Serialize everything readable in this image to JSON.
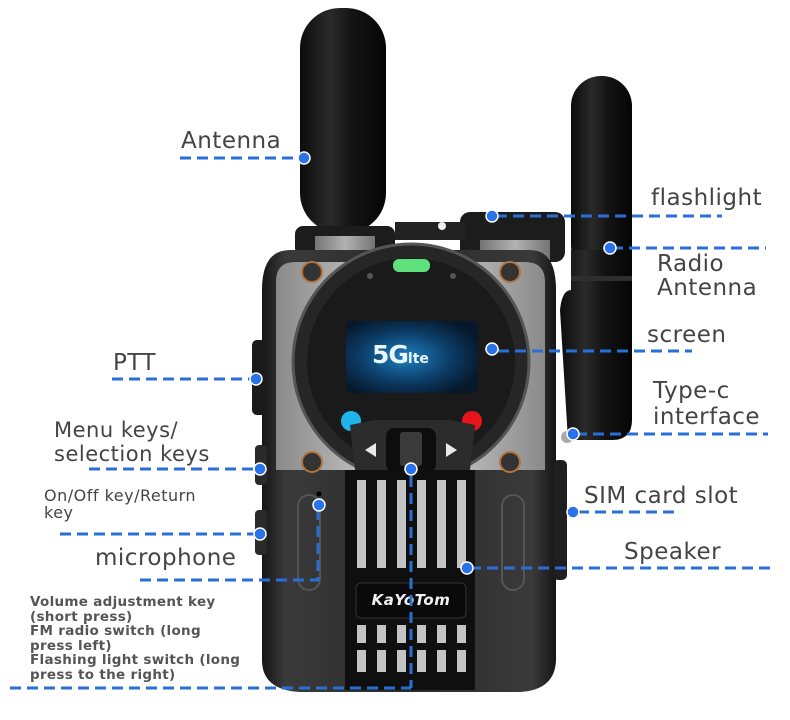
{
  "product": {
    "brand": "KaYoTom",
    "screen_text": "5G",
    "screen_subtext": "lte"
  },
  "colors": {
    "callout_line": "#2a6fd6",
    "callout_dot": "#2a72ea",
    "label_text": "#444444",
    "led_green": "#5ee07a",
    "key_blue": "#20b4ee",
    "key_red": "#e8141b",
    "body_dark": "#1a1a1a",
    "metal": "#c8c8c8"
  },
  "labels": {
    "antenna": "Antenna",
    "flashlight": "flashlight",
    "radio_antenna_line1": "Radio",
    "radio_antenna_line2": "Antenna",
    "screen": "screen",
    "ptt": "PTT",
    "type_c_line1": "Type-c",
    "type_c_line2": "interface",
    "menu_keys_line1": "Menu keys/",
    "menu_keys_line2": "selection keys",
    "onoff_line1": "On/Off key/Return",
    "onoff_line2": "key",
    "sim_card_slot": "SIM card slot",
    "microphone": "microphone",
    "speaker": "Speaker",
    "volume_lines": [
      "Volume adjustment key",
      "(short press)",
      "FM radio switch (long",
      "press left)",
      "Flashing light switch (long",
      "press to the right)"
    ]
  }
}
